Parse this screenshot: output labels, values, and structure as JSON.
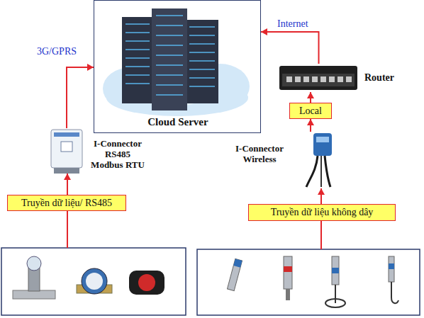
{
  "diagram": {
    "nodes": [
      {
        "text": [
          "Cloud Server"
        ]
      },
      {
        "text": [
          "Router"
        ]
      },
      {
        "text": [
          "Local"
        ]
      },
      {
        "text": [
          "I-Connector RS485 Modbus RTU"
        ]
      },
      {
        "text": [
          "I-Connector Wireless"
        ]
      },
      {
        "text": [
          "Truyền dữ liệu/ RS485"
        ]
      },
      {
        "text": [
          "Truyền dữ liệu không dây"
        ]
      }
    ],
    "edges": [
      {
        "from": 3,
        "to": 0,
        "arrow": "to",
        "label": "3G/GPRS"
      },
      {
        "from": 1,
        "to": 0,
        "arrow": "to",
        "label": "Internet"
      },
      {
        "from": 2,
        "to": 1,
        "arrow": "to"
      },
      {
        "from": 4,
        "to": 2,
        "arrow": "to"
      },
      {
        "from": 5,
        "to": 3,
        "arrow": "to"
      },
      {
        "from": 6,
        "to": 4,
        "arrow": "to"
      }
    ]
  }
}
